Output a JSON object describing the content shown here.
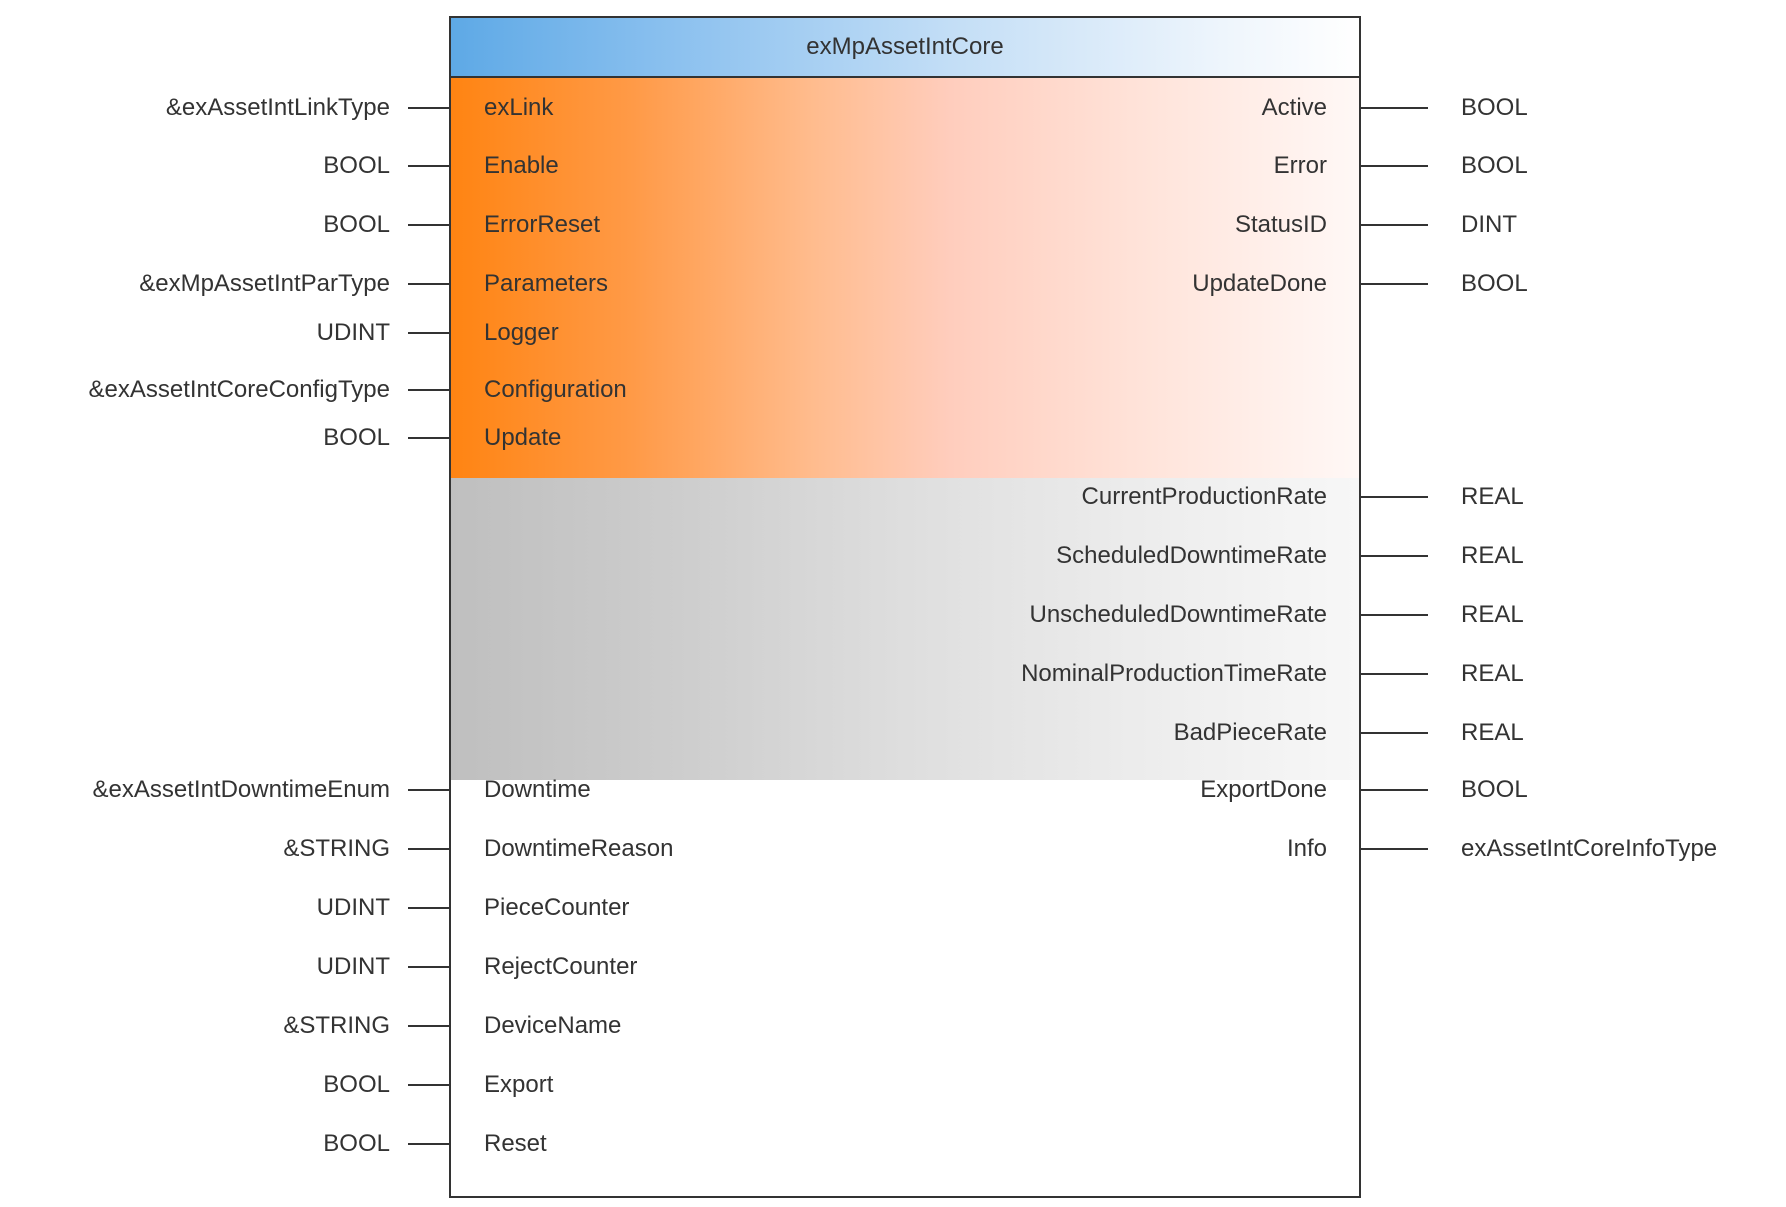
{
  "block": {
    "title": "exMpAssetIntCore"
  },
  "inputs": [
    {
      "pin": "exLink",
      "type": "&exAssetIntLinkType",
      "section": "main"
    },
    {
      "pin": "Enable",
      "type": "BOOL",
      "section": "main"
    },
    {
      "pin": "ErrorReset",
      "type": "BOOL",
      "section": "main"
    },
    {
      "pin": "Parameters",
      "type": "&exMpAssetIntParType",
      "section": "main"
    },
    {
      "pin": "Logger",
      "type": "UDINT",
      "section": "main"
    },
    {
      "pin": "Configuration",
      "type": "&exAssetIntCoreConfigType",
      "section": "main"
    },
    {
      "pin": "Update",
      "type": "BOOL",
      "section": "main"
    },
    {
      "pin": "Downtime",
      "type": "&exAssetIntDowntimeEnum",
      "section": "extended"
    },
    {
      "pin": "DowntimeReason",
      "type": "&STRING",
      "section": "extended"
    },
    {
      "pin": "PieceCounter",
      "type": "UDINT",
      "section": "extended"
    },
    {
      "pin": "RejectCounter",
      "type": "UDINT",
      "section": "extended"
    },
    {
      "pin": "DeviceName",
      "type": "&STRING",
      "section": "extended"
    },
    {
      "pin": "Export",
      "type": "BOOL",
      "section": "extended"
    },
    {
      "pin": "Reset",
      "type": "BOOL",
      "section": "extended"
    }
  ],
  "outputs": [
    {
      "pin": "Active",
      "type": "BOOL",
      "section": "main"
    },
    {
      "pin": "Error",
      "type": "BOOL",
      "section": "main"
    },
    {
      "pin": "StatusID",
      "type": "DINT",
      "section": "main"
    },
    {
      "pin": "UpdateDone",
      "type": "BOOL",
      "section": "main"
    },
    {
      "pin": "CurrentProductionRate",
      "type": "REAL",
      "section": "info"
    },
    {
      "pin": "ScheduledDowntimeRate",
      "type": "REAL",
      "section": "info"
    },
    {
      "pin": "UnscheduledDowntimeRate",
      "type": "REAL",
      "section": "info"
    },
    {
      "pin": "NominalProductionTimeRate",
      "type": "REAL",
      "section": "info"
    },
    {
      "pin": "BadPieceRate",
      "type": "REAL",
      "section": "info"
    },
    {
      "pin": "ExportDone",
      "type": "BOOL",
      "section": "extended"
    },
    {
      "pin": "Info",
      "type": "exAssetIntCoreInfoType",
      "section": "extended"
    }
  ],
  "colors": {
    "header_gradient_start": "#5ea9e6",
    "main_section_start": "#ff8412",
    "info_section_start": "#bfbfbf",
    "line": "#333333"
  }
}
